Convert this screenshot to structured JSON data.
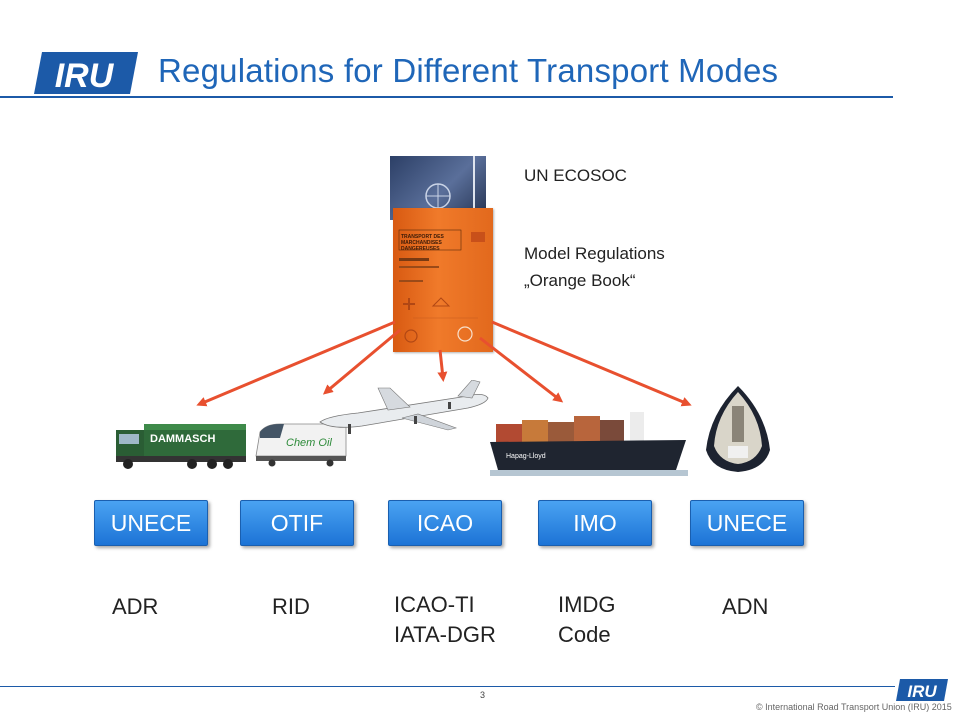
{
  "slide": {
    "title": "Regulations for Different Transport Modes",
    "logo_text": "IRU",
    "colors": {
      "brand_blue": "#1c5aa8",
      "title_blue": "#1f66b8",
      "arrow_red": "#e8502f",
      "book_orange": "#f07a2a"
    }
  },
  "center": {
    "org": "UN ECOSOC",
    "doc_line1": "Model Regulations",
    "doc_line2": "„Orange Book“",
    "book_cover_text": "TRANSPORT DES MARCHANDISES DANGEREUSES"
  },
  "vehicles": [
    {
      "name": "truck",
      "label": "DAMMASCH"
    },
    {
      "name": "train",
      "label": "Chem Oil"
    },
    {
      "name": "airplane"
    },
    {
      "name": "container-ship",
      "label": "Hapag-Lloyd"
    },
    {
      "name": "tanker-ship"
    }
  ],
  "orgs": [
    {
      "label": "UNECE",
      "regs": [
        "ADR"
      ]
    },
    {
      "label": "OTIF",
      "regs": [
        "RID"
      ]
    },
    {
      "label": "ICAO",
      "regs": [
        "ICAO-TI",
        "IATA-DGR"
      ]
    },
    {
      "label": "IMO",
      "regs": [
        "IMDG",
        "Code"
      ]
    },
    {
      "label": "UNECE",
      "regs": [
        "ADN"
      ]
    }
  ],
  "footer": {
    "page_number": "3",
    "copyright": "© International Road Transport Union (IRU) 2015",
    "logo_text": "IRU"
  }
}
